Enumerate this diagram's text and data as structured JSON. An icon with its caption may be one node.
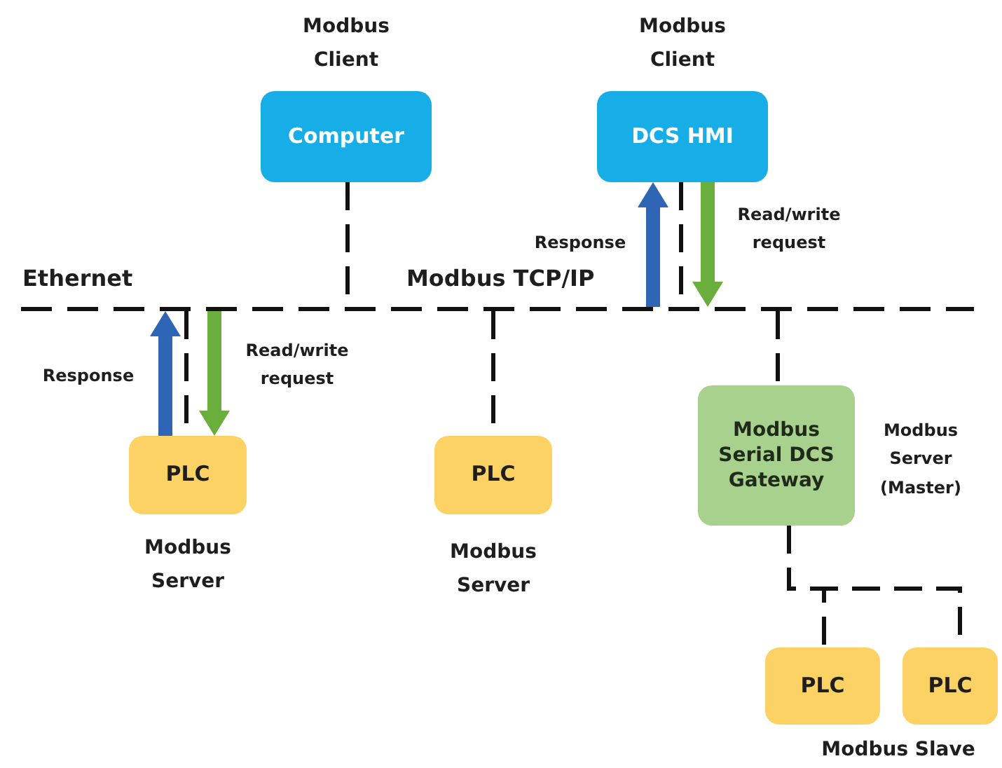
{
  "diagram": {
    "nodes": [
      {
        "text": [
          "Computer"
        ],
        "beside": [
          "Modbus Client"
        ]
      },
      {
        "text": [
          "DCS HMI"
        ],
        "beside": [
          "Modbus Client"
        ]
      },
      {
        "text": [],
        "shape": "bar",
        "beside": [
          "Ethernet",
          "Modbus TCP/IP"
        ]
      },
      {
        "text": [
          "PLC"
        ],
        "beside": [
          "Modbus Server"
        ]
      },
      {
        "text": [
          "PLC"
        ],
        "beside": [
          "Modbus Server"
        ]
      },
      {
        "text": [
          "Modbus Serial DCS Gateway"
        ],
        "beside": [
          "Modbus Server (Master)"
        ]
      },
      {
        "text": [
          "PLC"
        ]
      },
      {
        "text": [
          "PLC"
        ]
      }
    ],
    "edges": [
      {
        "from": 0,
        "to": 2,
        "arrow": "none",
        "style": "dashed"
      },
      {
        "from": 1,
        "to": 2,
        "arrow": "none",
        "style": "dashed"
      },
      {
        "from": 2,
        "to": 3,
        "arrow": "none",
        "style": "dashed"
      },
      {
        "from": 2,
        "to": 4,
        "arrow": "none",
        "style": "dashed"
      },
      {
        "from": 2,
        "to": 5,
        "arrow": "none",
        "style": "dashed"
      },
      {
        "from": 5,
        "to": 6,
        "arrow": "none",
        "style": "dashed"
      },
      {
        "from": 5,
        "to": 7,
        "arrow": "none",
        "style": "dashed"
      },
      {
        "from": 2,
        "to": 1,
        "arrow": "to",
        "style": "thick",
        "color": "#2e66b5",
        "label": "Response"
      },
      {
        "from": 1,
        "to": 2,
        "arrow": "to",
        "style": "thick",
        "color": "#6aae3d",
        "label": "Read/write request"
      },
      {
        "from": 3,
        "to": 2,
        "arrow": "to",
        "style": "thick",
        "color": "#2e66b5",
        "label": "Response"
      },
      {
        "from": 2,
        "to": 3,
        "arrow": "to",
        "style": "thick",
        "color": "#6aae3d",
        "label": "Read/write request"
      }
    ],
    "labels": [
      "Modbus Slave"
    ]
  }
}
